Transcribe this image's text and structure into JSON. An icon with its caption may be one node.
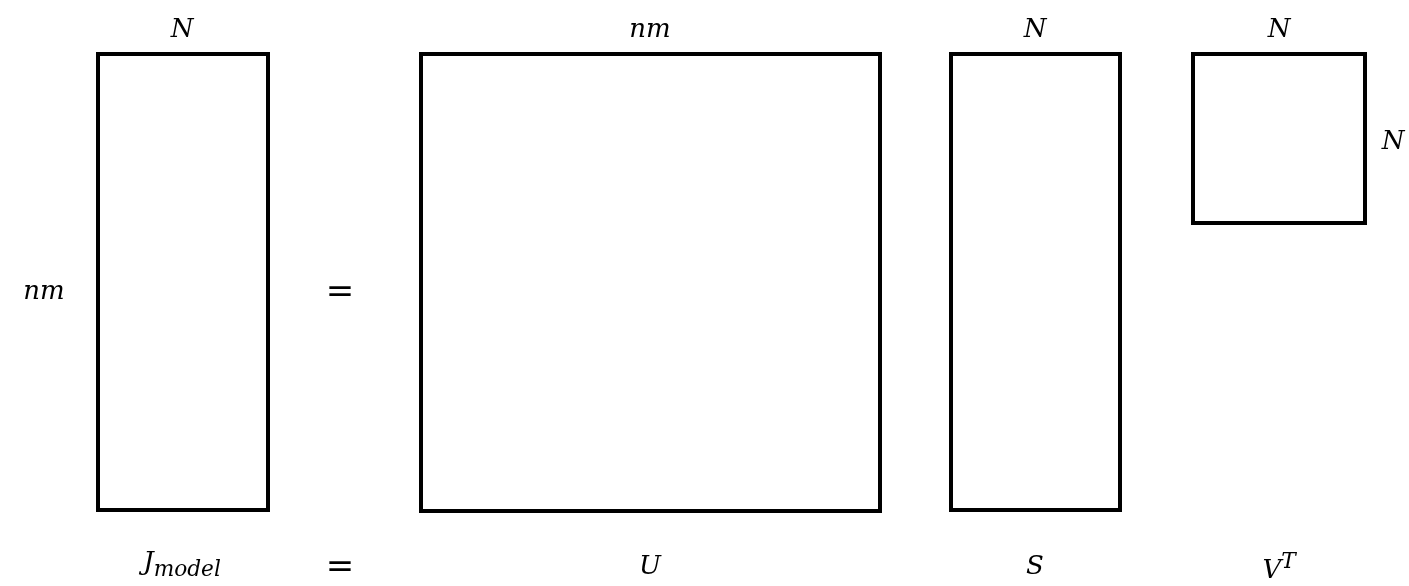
{
  "diagram": {
    "nodes": [
      {
        "text": [],
        "shape": "box",
        "beside": [
          "N",
          "nm",
          "J$_{model}$"
        ]
      },
      {
        "text": [],
        "shape": "box",
        "beside": [
          "nm",
          "U"
        ]
      },
      {
        "text": [],
        "shape": "box",
        "beside": [
          "N",
          "S"
        ]
      },
      {
        "text": [],
        "shape": "box",
        "beside": [
          "N",
          "N"
        ]
      }
    ],
    "labels": [
      "=",
      "=",
      "V$^{T}$"
    ]
  }
}
